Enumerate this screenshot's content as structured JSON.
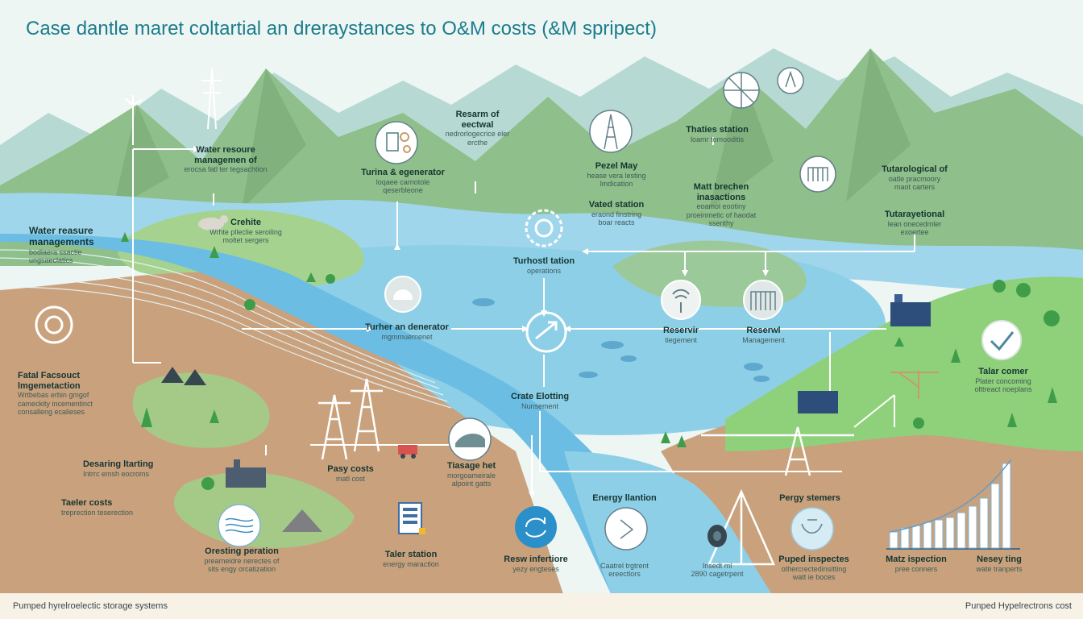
{
  "title": "Case dantle maret coltartial an dreraystances to O&M costs (&M spripect)",
  "footer": {
    "left": "Pumped hyrelroelectic storage systems",
    "right": "Punped Hypelrectrons cost"
  },
  "labels": {
    "water_mgmt_top": {
      "t": "Water resoure",
      "s": "managemen of",
      "s2": "erocsa fatl ter tegsachtion"
    },
    "water_mgmt_left": {
      "t": "Water reasure",
      "s": "managements",
      "s2": "bodlaera ssactie ungsaeclatics"
    },
    "crehite": {
      "t": "Crehite",
      "s": "Wrhte plleclie seroiling",
      "s2": "moltet sergers"
    },
    "turbine_regen": {
      "t": "Turina & egenerator",
      "s": "loqaee carnotole",
      "s2": "qeserbleone"
    },
    "research": {
      "t": "Resarm of",
      "s": "eectwal",
      "s2": "nedrorlogecrice eler ercthe"
    },
    "pezel_may": {
      "t": "Pezel May",
      "s": "hease vera lesting",
      "s2": "lmdication"
    },
    "vated_station": {
      "t": "Vated station",
      "s": "eraond finstring",
      "s2": "boar reacts"
    },
    "thaties_station": {
      "t": "Thaties station",
      "s": "loamr tomooditis"
    },
    "matt_brechen": {
      "t": "Matt brechen",
      "s": "inasactions",
      "s2": "eoamol eootiny proeinmetic of haodat ssenthy"
    },
    "tutarological": {
      "t": "Tutarological of",
      "s": "oatle pracmoory",
      "s2": "maot carters"
    },
    "tutarayetional": {
      "t": "Tutarayetional",
      "s": "lean onecedmler",
      "s2": "exoertee"
    },
    "turhostl_station": {
      "t": "Turhostl tation",
      "s": "operations"
    },
    "turhen_generator": {
      "t": "Turher an denerator",
      "s": "mgmmuernenet"
    },
    "reservir": {
      "t": "Reservir",
      "s": "tiegement"
    },
    "reserwl": {
      "t": "Reserwl",
      "s": "Management"
    },
    "fatal_facsouct": {
      "t": "Fatal Facsouct",
      "s": "lmgemetaction",
      "s2": "Wrtbebas erbin gmgof cameckity incementinct consalleng ecalieses"
    },
    "crate_elotting": {
      "t": "Crate Elotting",
      "s": "Nunsement"
    },
    "talar_comer": {
      "t": "Talar comer",
      "s": "Plater concoming",
      "s2": "olttreact noeplans"
    },
    "desaring": {
      "t": "Desaring ltarting",
      "s": "Intrrc emsh eocroms"
    },
    "taeler_costs": {
      "t": "Taeler costs",
      "s": "treprection teserection"
    },
    "pasy_costs": {
      "t": "Pasy costs",
      "s": "matl cost"
    },
    "tiasage_het": {
      "t": "Tiasage het",
      "s": "morgoameirale",
      "s2": "alpoint gatts"
    },
    "energy_lation": {
      "t": "Energy llantion",
      "s": ""
    },
    "pergy_stemers": {
      "t": "Pergy stemers",
      "s": ""
    },
    "oresting": {
      "t": "Oresting peration",
      "s": "prearneidre nerectes of",
      "s2": "sits engy orcatization"
    },
    "taler_station": {
      "t": "Taler station",
      "s": "energy maractlon"
    },
    "resw_infertiore": {
      "t": "Resw infertiore",
      "s": "yezy engteses"
    },
    "cantrol": {
      "t": "",
      "s": "Caatrel trgtrent",
      "s2": "ereectlors"
    },
    "insedt_ml": {
      "t": "",
      "s": "Insedt ml",
      "s2": "2890 cagetrpent"
    },
    "puped_inspectes": {
      "t": "Puped inspectes",
      "s": "othercrectedinsitting",
      "s2": "watt ie boces"
    },
    "matz_ispection": {
      "t": "Matz ispection",
      "s": "pree conners"
    },
    "nesey_ling": {
      "t": "Nesey ting",
      "s": "wate tranperts"
    }
  },
  "colors": {
    "title": "#1c7c8c",
    "water": "#8ecfe8",
    "water_deep": "#5fb3dd",
    "mountain": "#8fbf8a",
    "mountain_far": "#b7d9d3",
    "ground": "#c9a27d",
    "grass": "#8fd07a",
    "sky": "#eef6f4",
    "accent_blue": "#1f8fc4"
  },
  "icons": [
    "wind-turbine-icon",
    "pylon-icon",
    "gear-icon",
    "dam-icon",
    "transformer-icon",
    "power-station-icon",
    "check-icon",
    "fan-icon",
    "building-icon",
    "bar-chart-icon"
  ]
}
